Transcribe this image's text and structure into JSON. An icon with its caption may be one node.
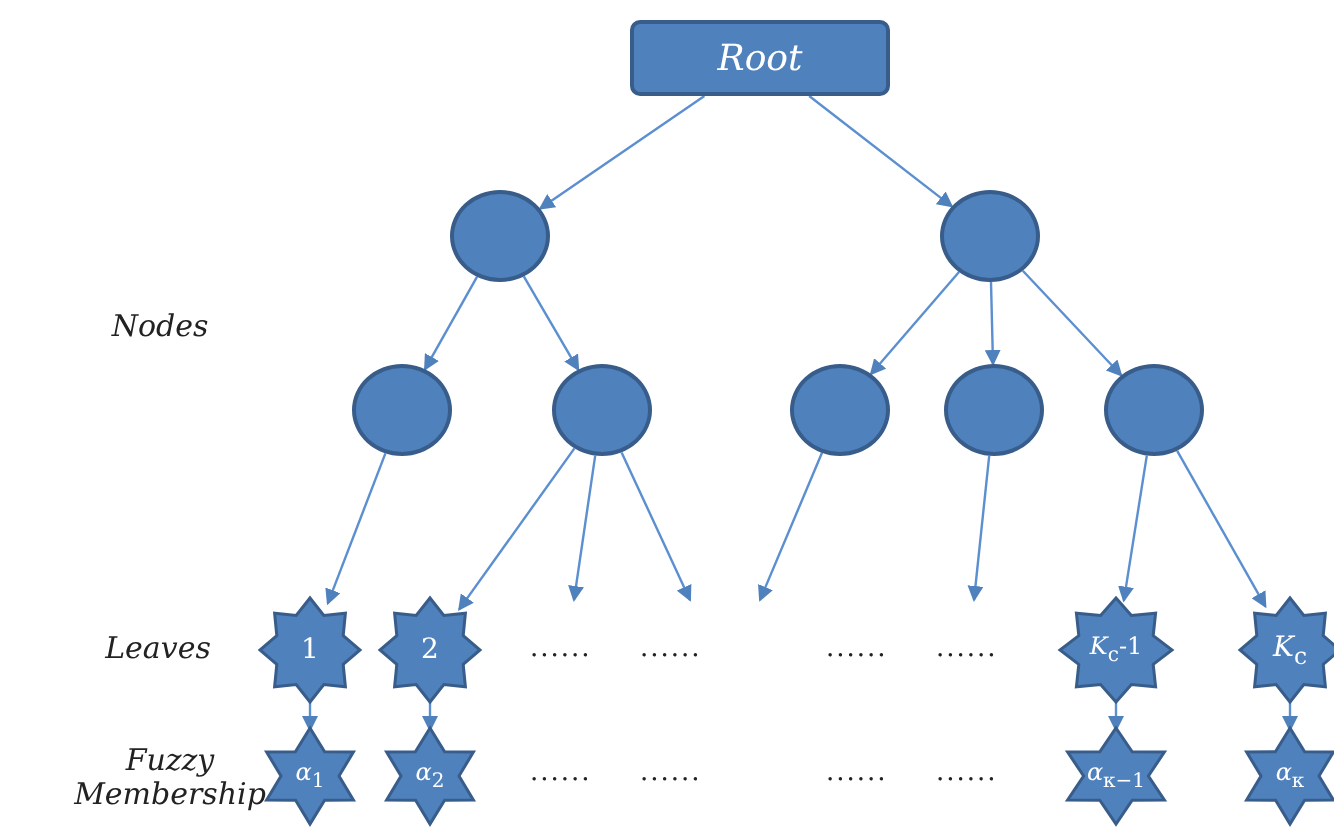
{
  "diagram": {
    "nodes": [
      {
        "text": [
          "Root"
        ]
      },
      {
        "text": [],
        "shape": "circle"
      },
      {
        "text": [],
        "shape": "circle"
      },
      {
        "text": [],
        "shape": "circle"
      },
      {
        "text": [],
        "shape": "circle"
      },
      {
        "text": [],
        "shape": "circle"
      },
      {
        "text": [],
        "shape": "circle"
      },
      {
        "text": [],
        "shape": "circle"
      },
      {
        "text": [
          "1"
        ]
      },
      {
        "text": [
          "2"
        ]
      },
      {
        "text": [
          "*K*$_{c}$-1"
        ]
      },
      {
        "text": [
          "*K*$_{c}$"
        ]
      },
      {
        "text": [
          "*α*$_{1}$"
        ]
      },
      {
        "text": [
          "*α*$_{2}$"
        ]
      },
      {
        "text": [
          "*α*$_{κ−1}$"
        ]
      },
      {
        "text": [
          "*α*$_{κ}$"
        ]
      }
    ],
    "edges": [
      {
        "from": 0,
        "to": 1,
        "arrow": "to"
      },
      {
        "from": 0,
        "to": 2,
        "arrow": "to"
      },
      {
        "from": 1,
        "to": 3,
        "arrow": "to"
      },
      {
        "from": 1,
        "to": 4,
        "arrow": "to"
      },
      {
        "from": 2,
        "to": 5,
        "arrow": "to"
      },
      {
        "from": 2,
        "to": 6,
        "arrow": "to"
      },
      {
        "from": 2,
        "to": 7,
        "arrow": "to"
      },
      {
        "from": 3,
        "to": 8,
        "arrow": "to"
      },
      {
        "from": 4,
        "to": 9,
        "arrow": "to"
      },
      {
        "from": 4,
        "to": null,
        "arrow": "to"
      },
      {
        "from": 4,
        "to": null,
        "arrow": "to"
      },
      {
        "from": 5,
        "to": null,
        "arrow": "to"
      },
      {
        "from": 6,
        "to": null,
        "arrow": "to"
      },
      {
        "from": 7,
        "to": 10,
        "arrow": "to"
      },
      {
        "from": 7,
        "to": 11,
        "arrow": "to"
      },
      {
        "from": 8,
        "to": 12,
        "arrow": "to"
      },
      {
        "from": 9,
        "to": 13,
        "arrow": "to"
      },
      {
        "from": 10,
        "to": 14,
        "arrow": "to"
      },
      {
        "from": 11,
        "to": 15,
        "arrow": "to"
      }
    ],
    "labels": [
      "Nodes",
      "Leaves",
      "......",
      "......",
      "......",
      "......",
      "Fuzzy Membership",
      "......",
      "......",
      "......",
      "......"
    ]
  }
}
